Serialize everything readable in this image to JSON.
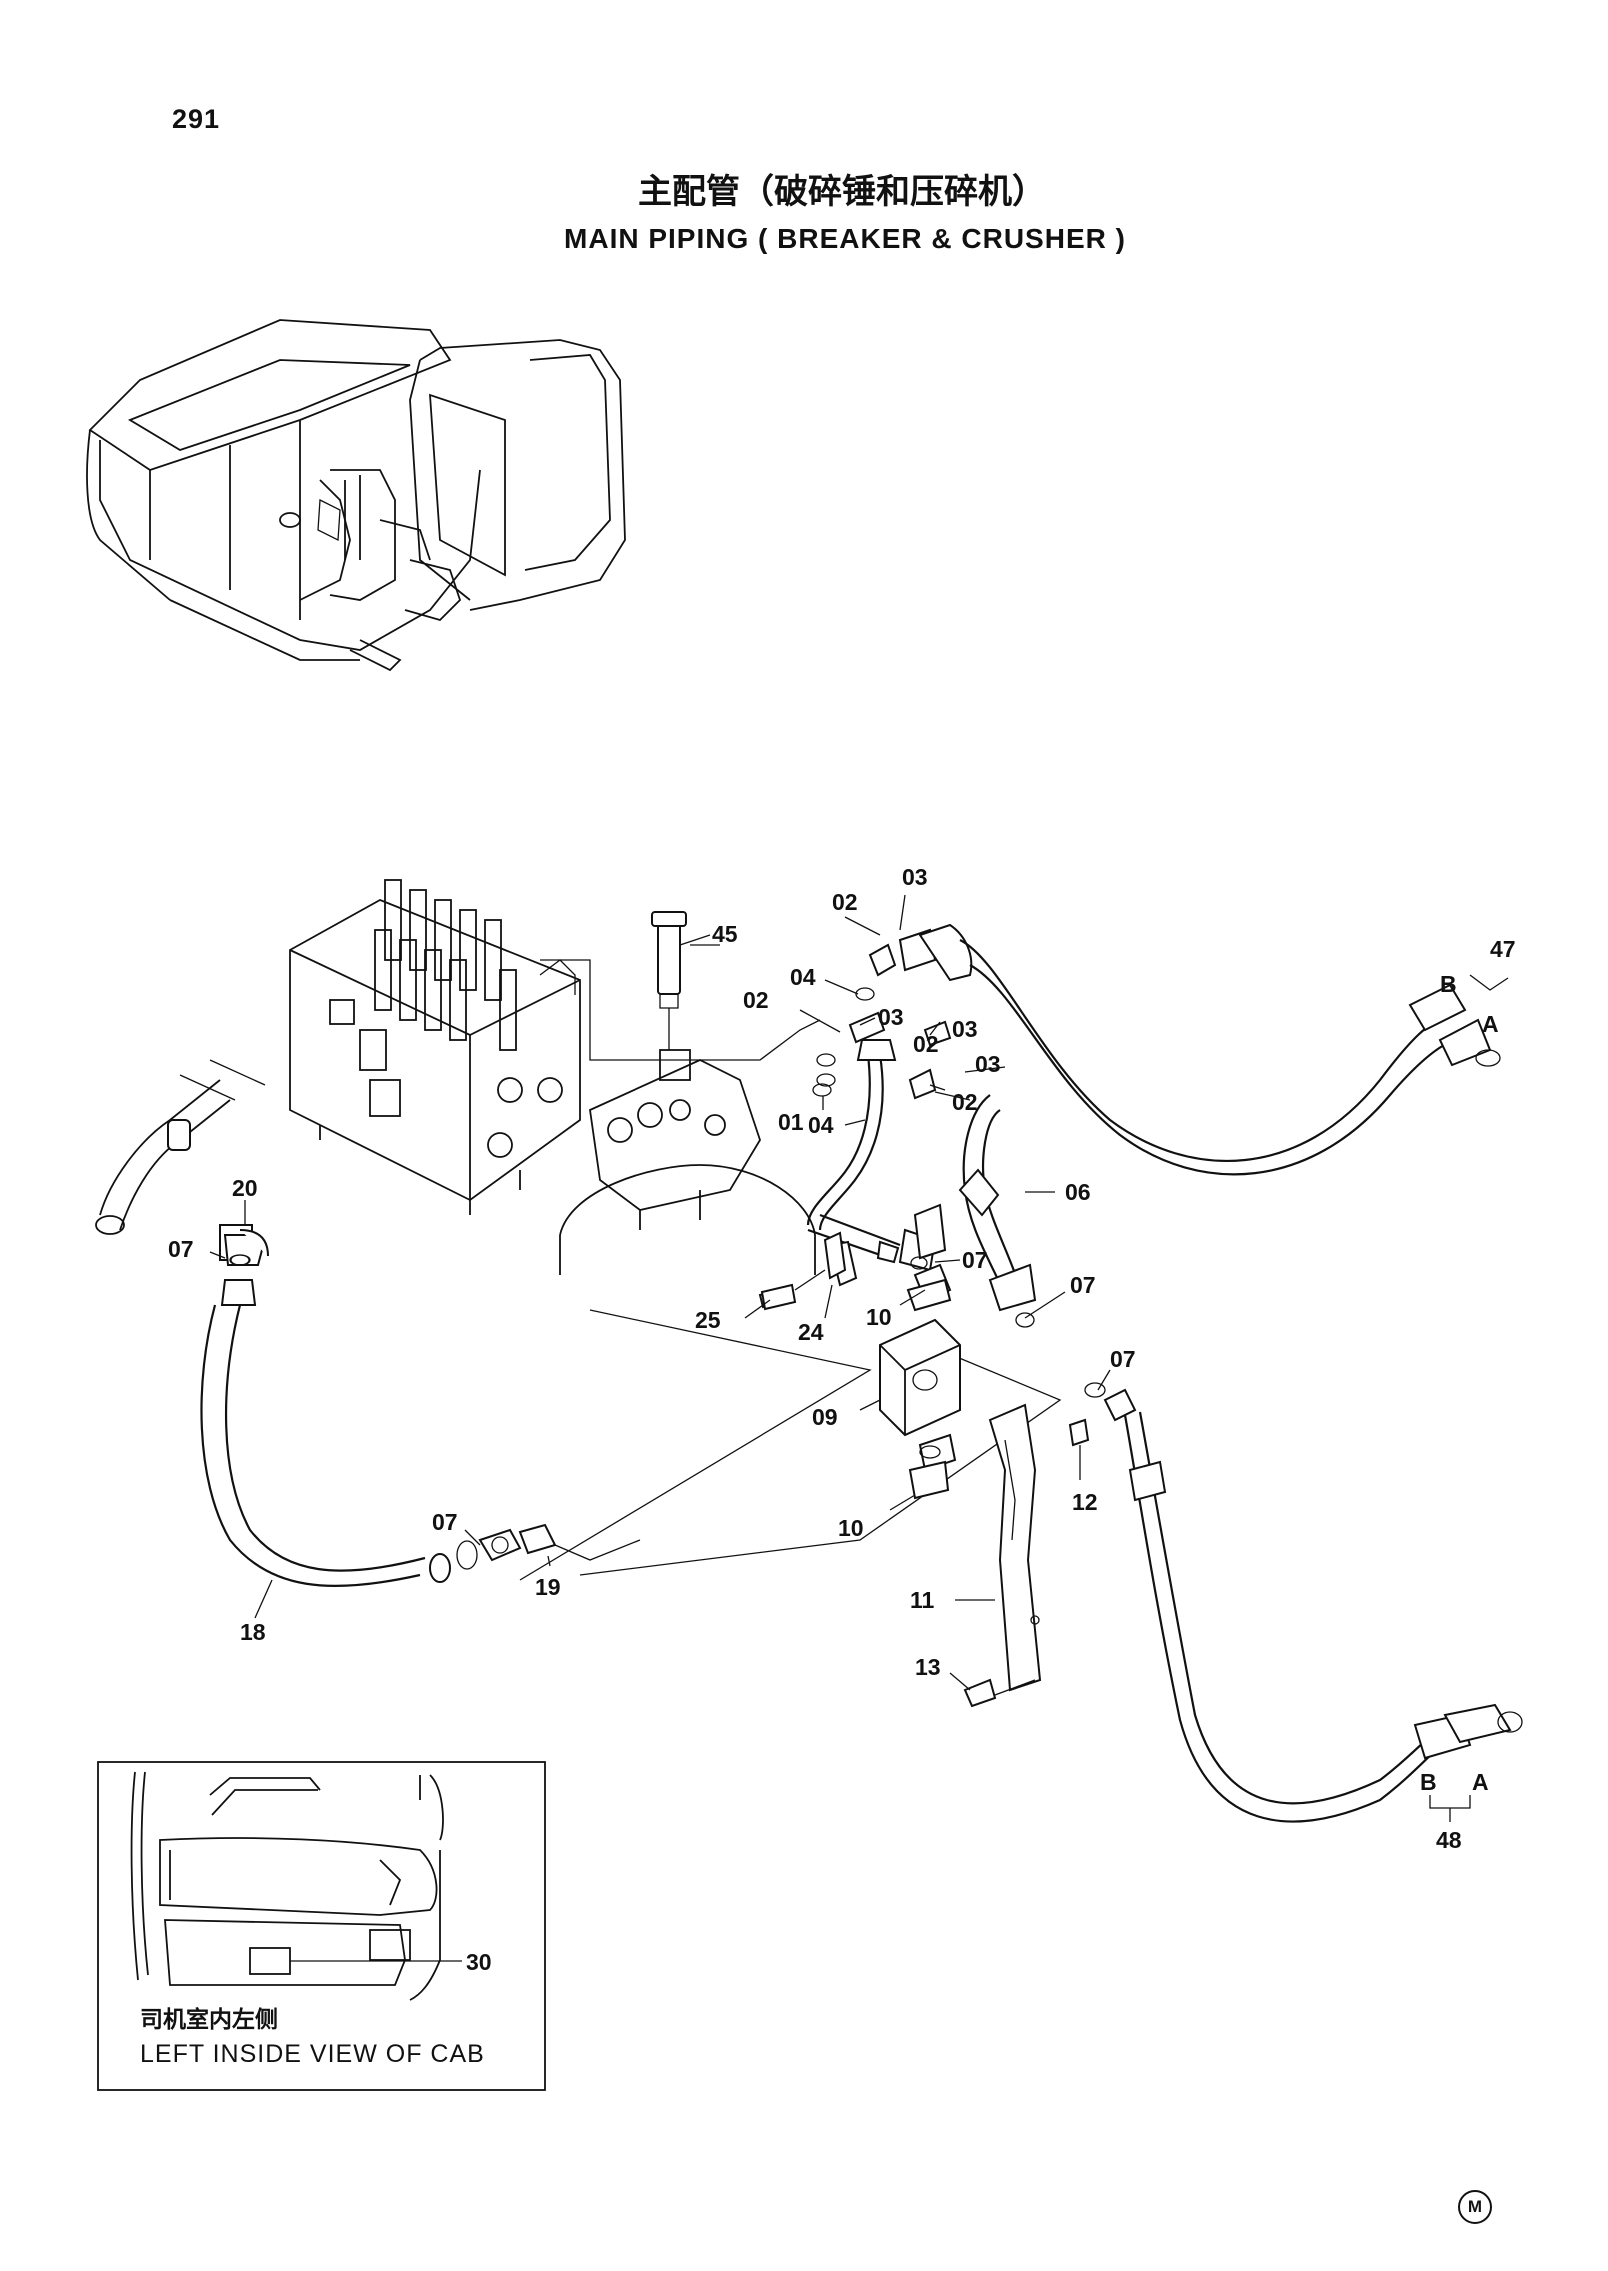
{
  "page_number": "291",
  "title_cn": "主配管（破碎锤和压碎机）",
  "title_en": "MAIN PIPING ( BREAKER & CRUSHER )",
  "inset": {
    "caption_cn": "司机室内左侧",
    "caption_en": "LEFT INSIDE VIEW OF CAB",
    "callout": "30"
  },
  "mark": "M",
  "port_labels": {
    "a": "A",
    "b": "B"
  },
  "callouts": {
    "c01": "01",
    "c02a": "02",
    "c02b": "02",
    "c02c": "02",
    "c02d": "02",
    "c03a": "03",
    "c03b": "03",
    "c03c": "03",
    "c03d": "03",
    "c04a": "04",
    "c04b": "04",
    "c06": "06",
    "c07a": "07",
    "c07b": "07",
    "c07c": "07",
    "c07d": "07",
    "c07e": "07",
    "c09": "09",
    "c10a": "10",
    "c10b": "10",
    "c11": "11",
    "c12": "12",
    "c13": "13",
    "c18": "18",
    "c19": "19",
    "c20": "20",
    "c24": "24",
    "c25": "25",
    "c45": "45",
    "c47": "47",
    "c48": "48"
  }
}
